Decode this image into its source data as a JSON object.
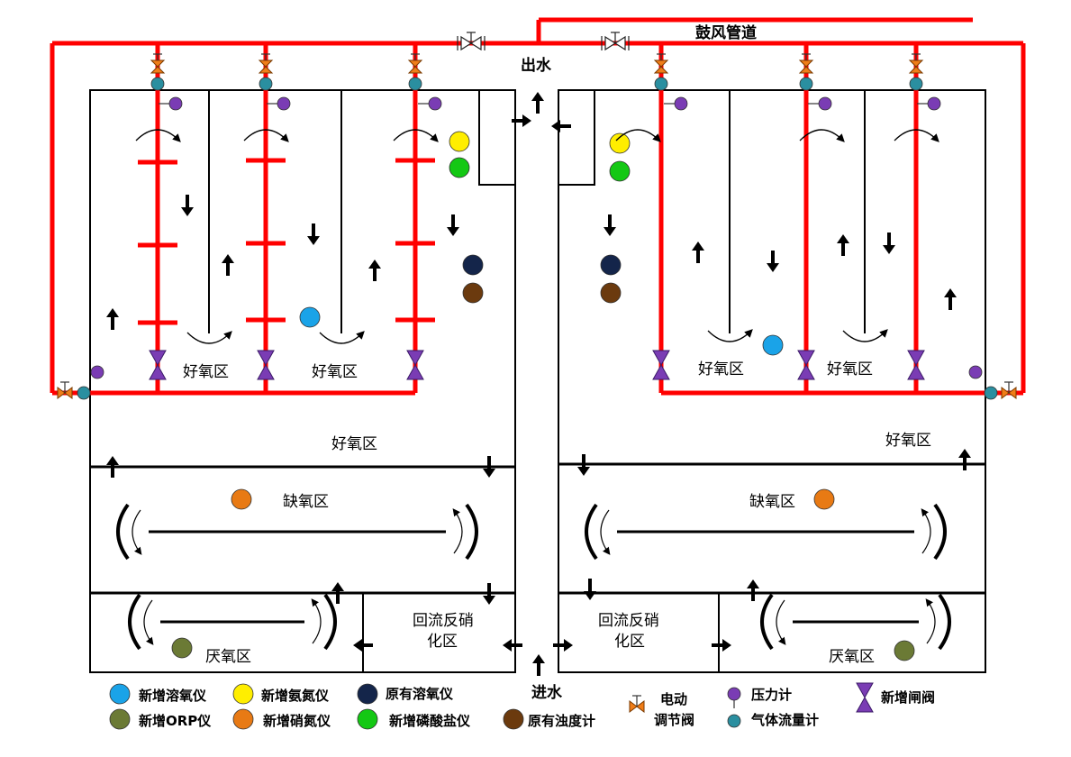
{
  "pipe_label": "鼓风管道",
  "outlet_label": "出水",
  "inlet_label": "进水",
  "zones": {
    "aerobic": "好氧区",
    "anoxic": "缺氧区",
    "anaerobic": "厌氧区",
    "return_line1": "回流反硝",
    "return_line2": "化区"
  },
  "legend": {
    "new_do": "新增溶氧仪",
    "new_ammonia": "新增氨氮仪",
    "old_do": "原有溶氧仪",
    "new_orp": "新增ORP仪",
    "new_nitrate": "新增硝氮仪",
    "new_phosphate": "新增磷酸盐仪",
    "old_turbidity": "原有浊度计",
    "motor_valve_line1": "电动",
    "motor_valve_line2": "调节阀",
    "pressure": "压力计",
    "gas_flow": "气体流量计",
    "new_gate_valve": "新增闸阀"
  },
  "colors": {
    "pipe": "#ff0000",
    "new_do": "#1aa3e8",
    "new_ammonia": "#ffee00",
    "old_do": "#14254a",
    "new_orp": "#6b7a35",
    "new_nitrate": "#e87a14",
    "new_phosphate": "#14c814",
    "old_turbidity": "#6b3a0e",
    "pressure": "#7a3cb4",
    "gas_flow": "#2a8fa0",
    "gate_valve": "#7a3cb4",
    "motor_valve": "#f07d18"
  }
}
